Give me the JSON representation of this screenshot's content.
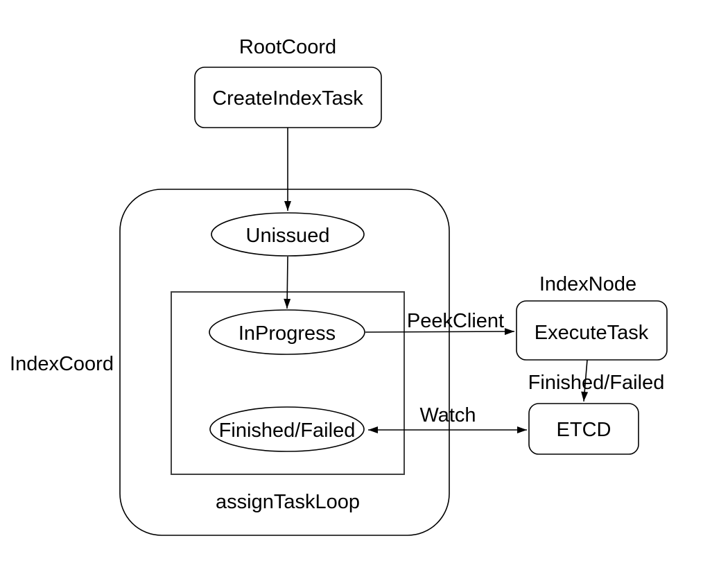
{
  "diagram": {
    "title_hint": "index task flow diagram",
    "group_labels": {
      "root_coord": "RootCoord",
      "index_coord": "IndexCoord",
      "index_node": "IndexNode",
      "assign_task_loop": "assignTaskLoop"
    },
    "nodes": {
      "create_index_task": {
        "label": "CreateIndexTask",
        "shape": "rounded-rect"
      },
      "unissued": {
        "label": "Unissued",
        "shape": "ellipse"
      },
      "in_progress": {
        "label": "InProgress",
        "shape": "ellipse"
      },
      "finished_failed": {
        "label": "Finished/Failed",
        "shape": "ellipse"
      },
      "execute_task": {
        "label": "ExecuteTask",
        "shape": "rounded-rect"
      },
      "etcd": {
        "label": "ETCD",
        "shape": "rounded-rect"
      }
    },
    "edges": [
      {
        "from": "CreateIndexTask",
        "to": "Unissued",
        "label": "",
        "bidirectional": false
      },
      {
        "from": "Unissued",
        "to": "InProgress",
        "label": "",
        "bidirectional": false
      },
      {
        "from": "InProgress",
        "to": "ExecuteTask",
        "label": "PeekClient",
        "bidirectional": false
      },
      {
        "from": "ExecuteTask",
        "to": "ETCD",
        "label": "Finished/Failed",
        "bidirectional": false
      },
      {
        "from": "ETCD",
        "to": "Finished/Failed",
        "label": "Watch",
        "bidirectional": true
      }
    ],
    "colors": {
      "stroke": "#000000",
      "loop_stroke": "#404040",
      "text": "#000000",
      "background": "#ffffff"
    }
  }
}
